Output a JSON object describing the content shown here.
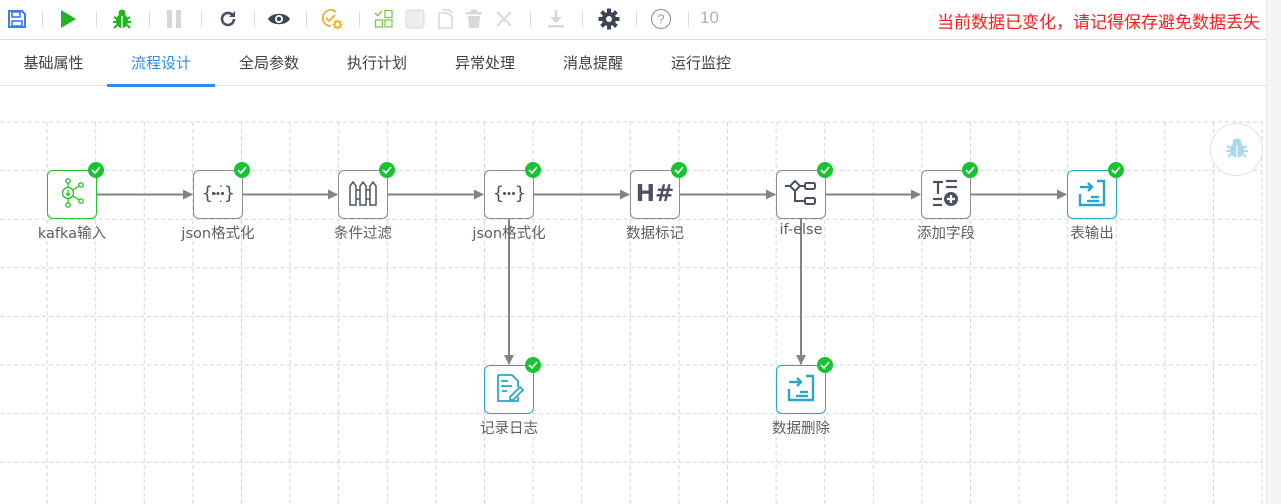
{
  "toolbar": {
    "items": [
      {
        "name": "save-icon",
        "label": "保存",
        "color": "#3a7afe"
      },
      {
        "name": "run-icon",
        "label": "运行",
        "color": "#22b522"
      },
      {
        "name": "debug-icon",
        "label": "调试",
        "color": "#22b522"
      },
      {
        "name": "pause-icon",
        "label": "暂停",
        "color": "#d3d6db"
      },
      {
        "name": "refresh-icon",
        "label": "刷新",
        "color": "#475263"
      },
      {
        "name": "preview-icon",
        "label": "预览",
        "color": "#3d4452"
      },
      {
        "name": "validate-icon",
        "label": "校验",
        "color": "#f2a51e"
      },
      {
        "name": "select-all-icon",
        "label": "全选",
        "color": "#7cc84a"
      },
      {
        "name": "checkbox-icon",
        "label": "选择",
        "color": "#d5d8dc"
      },
      {
        "name": "copy-icon",
        "label": "复制",
        "color": "#d5d8dc"
      },
      {
        "name": "delete-icon",
        "label": "删除",
        "color": "#d5d8dc"
      },
      {
        "name": "close-icon",
        "label": "清除",
        "color": "#d5d8dc"
      },
      {
        "name": "download-icon",
        "label": "下载",
        "color": "#d5d8dc"
      },
      {
        "name": "settings-icon",
        "label": "设置",
        "color": "#3d4452"
      },
      {
        "name": "help-icon",
        "label": "帮助",
        "color": "#9ba0a8"
      }
    ],
    "count": "10",
    "warning": "当前数据已变化，请记得保存避免数据丢失"
  },
  "tabs": [
    {
      "label": "基础属性",
      "active": false
    },
    {
      "label": "流程设计",
      "active": true
    },
    {
      "label": "全局参数",
      "active": false
    },
    {
      "label": "执行计划",
      "active": false
    },
    {
      "label": "异常处理",
      "active": false
    },
    {
      "label": "消息提醒",
      "active": false
    },
    {
      "label": "运行监控",
      "active": false
    }
  ],
  "flow": {
    "nodes": [
      {
        "id": "kafka",
        "label": "kafka输入",
        "icon": "kafka-input-icon",
        "status": "success"
      },
      {
        "id": "json1",
        "label": "json格式化",
        "icon": "json-format-icon",
        "status": "success"
      },
      {
        "id": "filter",
        "label": "条件过滤",
        "icon": "condition-filter-icon",
        "status": "success"
      },
      {
        "id": "json2",
        "label": "json格式化",
        "icon": "json-format-icon",
        "status": "success"
      },
      {
        "id": "mark",
        "label": "数据标记",
        "icon": "data-mark-icon",
        "status": "success"
      },
      {
        "id": "ifelse",
        "label": "if-else",
        "icon": "if-else-icon",
        "status": "success"
      },
      {
        "id": "addfield",
        "label": "添加字段",
        "icon": "add-field-icon",
        "status": "success"
      },
      {
        "id": "tableout",
        "label": "表输出",
        "icon": "table-output-icon",
        "status": "success"
      },
      {
        "id": "log",
        "label": "记录日志",
        "icon": "record-log-icon",
        "status": "success"
      },
      {
        "id": "delete",
        "label": "数据删除",
        "icon": "data-delete-icon",
        "status": "success"
      }
    ],
    "edges": [
      [
        "kafka",
        "json1"
      ],
      [
        "json1",
        "filter"
      ],
      [
        "filter",
        "json2"
      ],
      [
        "json2",
        "mark"
      ],
      [
        "mark",
        "ifelse"
      ],
      [
        "ifelse",
        "addfield"
      ],
      [
        "addfield",
        "tableout"
      ],
      [
        "json2",
        "log"
      ],
      [
        "ifelse",
        "delete"
      ]
    ]
  },
  "float_button": {
    "icon": "debug-icon",
    "color": "#a8d8ea"
  }
}
